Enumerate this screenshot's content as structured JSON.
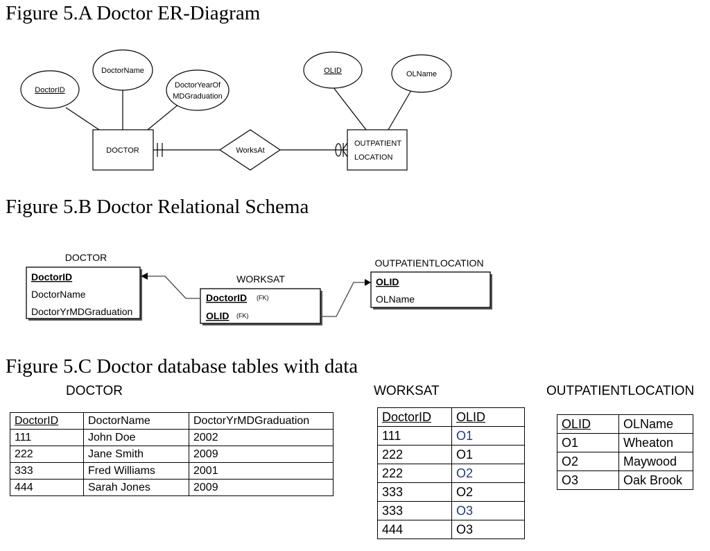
{
  "figure_a": {
    "title": "Figure 5.A Doctor ER-Diagram",
    "entities": {
      "doctor": "DOCTOR",
      "outpatient_line1": "OUTPATIENT",
      "outpatient_line2": "LOCATION"
    },
    "relationship": "WorksAt",
    "attributes": {
      "doctor_id": "DoctorID",
      "doctor_name": "DoctorName",
      "doctor_year_line1": "DoctorYearOf",
      "doctor_year_line2": "MDGraduation",
      "olid": "OLID",
      "olname": "OLName"
    }
  },
  "figure_b": {
    "title": "Figure 5.B Doctor Relational Schema",
    "doctor": {
      "name": "DOCTOR",
      "fields": [
        "DoctorID",
        "DoctorName",
        "DoctorYrMDGraduation"
      ]
    },
    "worksat": {
      "name": "WORKSAT",
      "fields": [
        "DoctorID",
        "OLID"
      ],
      "fk_tag": "(FK)"
    },
    "outpatient": {
      "name": "OUTPATIENTLOCATION",
      "fields": [
        "OLID",
        "OLName"
      ]
    }
  },
  "figure_c": {
    "title": "Figure 5.C Doctor database tables with data",
    "doctor_table": {
      "caption": "DOCTOR",
      "headers": [
        "DoctorID",
        "DoctorName",
        "DoctorYrMDGraduation"
      ],
      "rows": [
        [
          "111",
          "John Doe",
          "2002"
        ],
        [
          "222",
          "Jane Smith",
          "2009"
        ],
        [
          "333",
          "Fred Williams",
          "2001"
        ],
        [
          "444",
          "Sarah Jones",
          "2009"
        ]
      ]
    },
    "worksat_table": {
      "caption": "WORKSAT",
      "headers": [
        "DoctorID",
        "OLID"
      ],
      "rows": [
        [
          "111",
          "O1"
        ],
        [
          "222",
          "O1"
        ],
        [
          "222",
          "O2"
        ],
        [
          "333",
          "O2"
        ],
        [
          "333",
          "O3"
        ],
        [
          "444",
          "O3"
        ]
      ]
    },
    "outpatient_table": {
      "caption": "OUTPATIENTLOCATION",
      "headers": [
        "OLID",
        "OLName"
      ],
      "rows": [
        [
          "O1",
          "Wheaton"
        ],
        [
          "O2",
          "Maywood"
        ],
        [
          "O3",
          "Oak Brook"
        ]
      ]
    }
  }
}
